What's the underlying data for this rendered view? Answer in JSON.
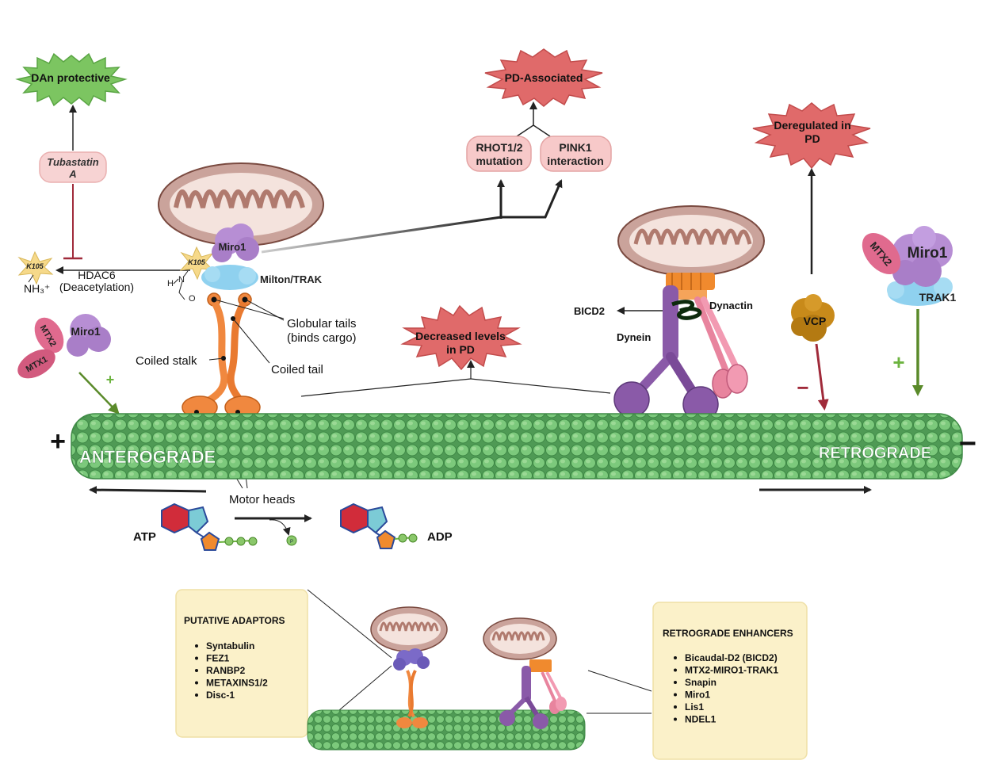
{
  "colors": {
    "green_star": "#7cc561",
    "red_star": "#e06a6a",
    "pink_pill": "#f7c9c9",
    "mito_outer": "#caa39b",
    "mito_inner": "#f4e3dd",
    "miro": "#b78ed4",
    "trak": "#8fd1ef",
    "kinesin": "#f0883f",
    "dynein": "#8a5aa8",
    "dynactin": "#f08a2e",
    "mtx": "#e06a8e",
    "vcp": "#c88a1a",
    "microtubule": "#6cc070",
    "arrow_green": "#5a8a2a",
    "arrow_red": "#a02a3a",
    "box_fill": "#fbf1c9"
  },
  "top_left": {
    "dan_protective": "DAn protective",
    "tubastatin_line1": "Tubastatin",
    "tubastatin_line2": "A",
    "k105": "K105",
    "nh3": "NH₃⁺",
    "hdac6_line1": "HDAC6",
    "hdac6_line2": "(Deacetylation)",
    "h": "H",
    "n": "N",
    "o": "O"
  },
  "top_middle": {
    "pd_associated": "PD-Associated",
    "rhot_line1": "RHOT1/2",
    "rhot_line2": "mutation",
    "pink1_line1": "PINK1",
    "pink1_line2": "interaction"
  },
  "kinesin_labels": {
    "miro1": "Miro1",
    "k105": "K105",
    "milton_trak": "Milton/TRAK",
    "globular_line1": "Globular tails",
    "globular_line2": "(binds cargo)",
    "coiled_stalk": "Coiled stalk",
    "coiled_tail": "Coiled tail",
    "motor_heads": "Motor heads"
  },
  "left_complex": {
    "mtx2": "MTX2",
    "mtx1": "MTX1",
    "miro1": "Miro1",
    "plus": "+"
  },
  "decreased": {
    "line1": "Decreased levels",
    "line2": "in PD"
  },
  "dynein_labels": {
    "bicd2": "BICD2",
    "dynactin": "Dynactin",
    "dynein": "Dynein"
  },
  "right_side": {
    "deregulated_line1": "Deregulated in",
    "deregulated_line2": "PD",
    "vcp": "VCP",
    "minus_arrow": "−",
    "mtx2": "MTX2",
    "miro1": "Miro1",
    "trak1": "TRAK1",
    "plus_arrow": "+"
  },
  "microtubule": {
    "plus_end": "+",
    "minus_end": "−",
    "anterograde": "ANTEROGRADE",
    "retrograde": "RETROGRADE"
  },
  "atp_row": {
    "atp": "ATP",
    "adp": "ADP",
    "p": "P"
  },
  "putative_box": {
    "title": "PUTATIVE ADAPTORS",
    "items": [
      "Syntabulin",
      "FEZ1",
      "RANBP2",
      "METAXINS1/2",
      "Disc-1"
    ]
  },
  "retrograde_box": {
    "title": "RETROGRADE ENHANCERS",
    "items": [
      "Bicaudal-D2 (BICD2)",
      "MTX2-MIRO1-TRAK1",
      "Snapin",
      "Miro1",
      "Lis1",
      "NDEL1"
    ]
  }
}
